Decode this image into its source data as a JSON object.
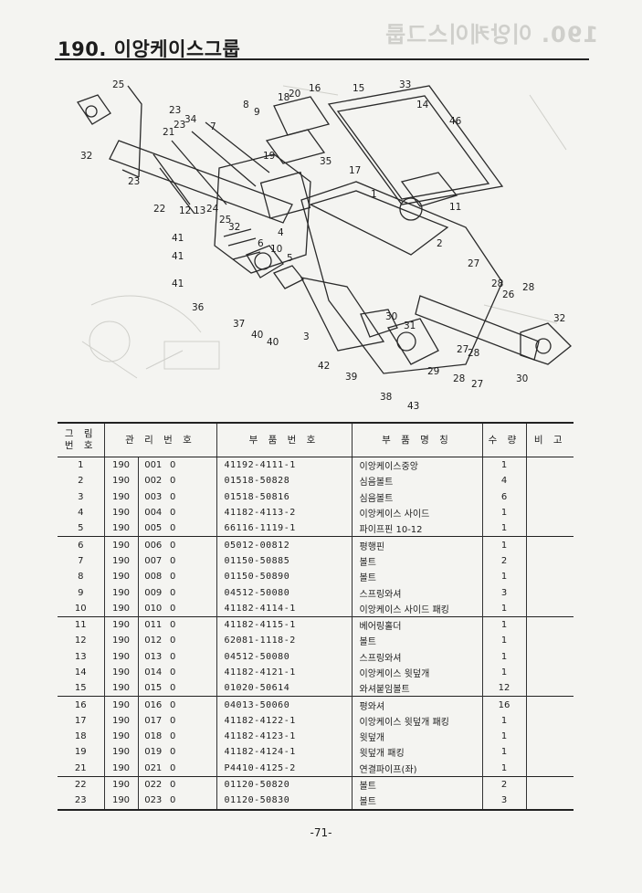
{
  "header": {
    "title": "190. 이앙케이스그룹",
    "ghost_title": "190. 이앙케이스그룹"
  },
  "diagram": {
    "callouts": [
      "25",
      "32",
      "23",
      "21",
      "23",
      "34",
      "7",
      "8",
      "9",
      "18",
      "20",
      "16",
      "15",
      "33",
      "14",
      "46",
      "19",
      "35",
      "17",
      "1",
      "11",
      "23",
      "22",
      "12",
      "13",
      "24",
      "25",
      "32",
      "41",
      "41",
      "41",
      "6",
      "10",
      "4",
      "5",
      "2",
      "27",
      "28",
      "26",
      "28",
      "32",
      "36",
      "37",
      "40",
      "40",
      "3",
      "42",
      "30",
      "31",
      "27",
      "28",
      "39",
      "29",
      "28",
      "27",
      "30",
      "38",
      "43"
    ]
  },
  "table": {
    "headers": {
      "figure": "그 림\n번 호",
      "management": "관 리 번 호",
      "part_number": "부 품 번 호",
      "part_name": "부 품 명 칭",
      "qty": "수 량",
      "remarks": "비 고"
    },
    "rows": [
      {
        "fig": "1",
        "grp": "190",
        "seq": "001",
        "rev": "0",
        "part": "41192-4111-1",
        "name": "이앙케이스중앙",
        "qty": "1"
      },
      {
        "fig": "2",
        "grp": "190",
        "seq": "002",
        "rev": "0",
        "part": "01518-50828",
        "name": "심음볼트",
        "qty": "4"
      },
      {
        "fig": "3",
        "grp": "190",
        "seq": "003",
        "rev": "0",
        "part": "01518-50816",
        "name": "심음볼트",
        "qty": "6"
      },
      {
        "fig": "4",
        "grp": "190",
        "seq": "004",
        "rev": "0",
        "part": "41182-4113-2",
        "name": "이앙케이스 사이드",
        "qty": "1"
      },
      {
        "fig": "5",
        "grp": "190",
        "seq": "005",
        "rev": "0",
        "part": "66116-1119-1",
        "name": "파이프핀 10-12",
        "qty": "1"
      },
      {
        "fig": "6",
        "grp": "190",
        "seq": "006",
        "rev": "0",
        "part": "05012-00812",
        "name": "평행핀",
        "qty": "1"
      },
      {
        "fig": "7",
        "grp": "190",
        "seq": "007",
        "rev": "0",
        "part": "01150-50885",
        "name": "볼트",
        "qty": "2"
      },
      {
        "fig": "8",
        "grp": "190",
        "seq": "008",
        "rev": "0",
        "part": "01150-50890",
        "name": "볼트",
        "qty": "1"
      },
      {
        "fig": "9",
        "grp": "190",
        "seq": "009",
        "rev": "0",
        "part": "04512-50080",
        "name": "스프링와셔",
        "qty": "3"
      },
      {
        "fig": "10",
        "grp": "190",
        "seq": "010",
        "rev": "0",
        "part": "41182-4114-1",
        "name": "이앙케이스 사이드 패킹",
        "qty": "1"
      },
      {
        "fig": "11",
        "grp": "190",
        "seq": "011",
        "rev": "0",
        "part": "41182-4115-1",
        "name": "베어링홀더",
        "qty": "1"
      },
      {
        "fig": "12",
        "grp": "190",
        "seq": "012",
        "rev": "0",
        "part": "62081-1118-2",
        "name": "볼트",
        "qty": "1"
      },
      {
        "fig": "13",
        "grp": "190",
        "seq": "013",
        "rev": "0",
        "part": "04512-50080",
        "name": "스프링와셔",
        "qty": "1"
      },
      {
        "fig": "14",
        "grp": "190",
        "seq": "014",
        "rev": "0",
        "part": "41182-4121-1",
        "name": "이앙케이스 윗덮개",
        "qty": "1"
      },
      {
        "fig": "15",
        "grp": "190",
        "seq": "015",
        "rev": "0",
        "part": "01020-50614",
        "name": "와셔붙임볼트",
        "qty": "12"
      },
      {
        "fig": "16",
        "grp": "190",
        "seq": "016",
        "rev": "0",
        "part": "04013-50060",
        "name": "평와셔",
        "qty": "16"
      },
      {
        "fig": "17",
        "grp": "190",
        "seq": "017",
        "rev": "0",
        "part": "41182-4122-1",
        "name": "이앙케이스 윗덮개 패킹",
        "qty": "1"
      },
      {
        "fig": "18",
        "grp": "190",
        "seq": "018",
        "rev": "0",
        "part": "41182-4123-1",
        "name": "윗덮개",
        "qty": "1"
      },
      {
        "fig": "19",
        "grp": "190",
        "seq": "019",
        "rev": "0",
        "part": "41182-4124-1",
        "name": "윗덮개 패킹",
        "qty": "1"
      },
      {
        "fig": "21",
        "grp": "190",
        "seq": "021",
        "rev": "0",
        "part": "P4410-4125-2",
        "name": "연결파이프(좌)",
        "qty": "1"
      },
      {
        "fig": "22",
        "grp": "190",
        "seq": "022",
        "rev": "0",
        "part": "01120-50820",
        "name": "볼트",
        "qty": "2"
      },
      {
        "fig": "23",
        "grp": "190",
        "seq": "023",
        "rev": "0",
        "part": "01120-50830",
        "name": "볼트",
        "qty": "3"
      }
    ]
  },
  "footer": {
    "page": "-71-"
  }
}
